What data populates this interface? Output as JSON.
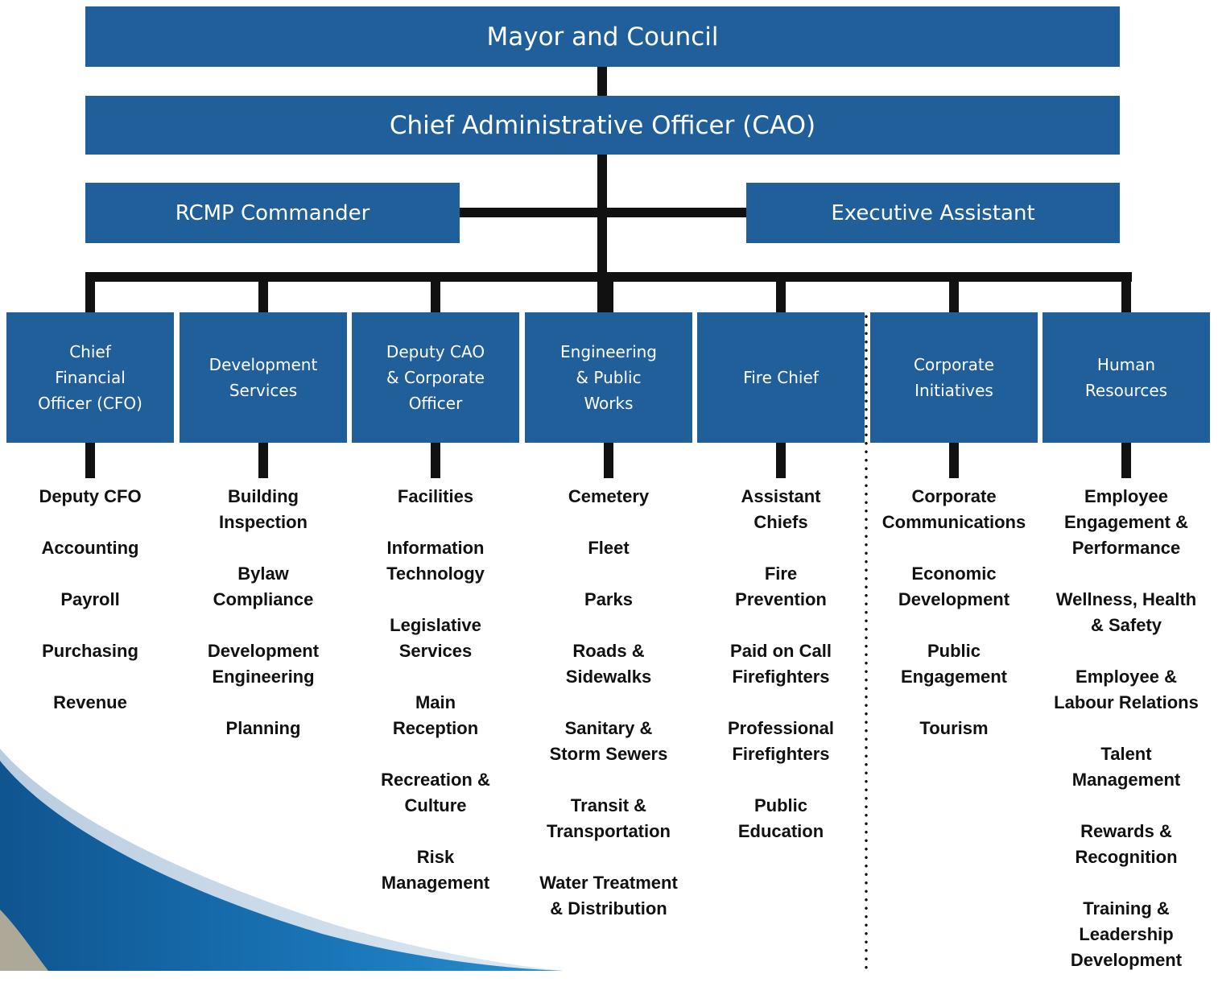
{
  "top": {
    "title": "Mayor and Council"
  },
  "cao": {
    "title": "Chief Administrative Officer (CAO)"
  },
  "side_left": {
    "title": "RCMP Commander"
  },
  "side_right": {
    "title": "Executive Assistant"
  },
  "colors": {
    "box_fill": "#215f9a",
    "box_text": "#ffffff",
    "connector": "#111111",
    "background_swoosh": "#1f6fb0"
  },
  "departments": [
    {
      "name": "Chief\nFinancial\nOfficer (CFO)",
      "items": [
        "Deputy CFO",
        "Accounting",
        "Payroll",
        "Purchasing",
        "Revenue"
      ]
    },
    {
      "name": "Development\nServices",
      "items": [
        "Building\nInspection",
        "Bylaw\nCompliance",
        "Development\nEngineering",
        "Planning"
      ]
    },
    {
      "name": "Deputy CAO\n& Corporate\nOfficer",
      "items": [
        "Facilities",
        "Information\nTechnology",
        "Legislative\nServices",
        "Main\nReception",
        "Recreation &\nCulture",
        "Risk\nManagement"
      ]
    },
    {
      "name": "Engineering\n& Public\nWorks",
      "items": [
        "Cemetery",
        "Fleet",
        "Parks",
        "Roads &\nSidewalks",
        "Sanitary &\nStorm Sewers",
        "Transit &\nTransportation",
        "Water Treatment\n& Distribution"
      ]
    },
    {
      "name": "Fire Chief",
      "items": [
        "Assistant\nChiefs",
        "Fire\nPrevention",
        "Paid on Call\nFirefighters",
        "Professional\nFirefighters",
        "Public\nEducation"
      ]
    },
    {
      "name": "Corporate\nInitiatives",
      "items": [
        "Corporate\nCommunications",
        "Economic\nDevelopment",
        "Public\nEngagement",
        "Tourism"
      ]
    },
    {
      "name": "Human\nResources",
      "items": [
        "Employee\nEngagement &\nPerformance",
        "Wellness, Health\n& Safety",
        "Employee &\nLabour Relations",
        "Talent\nManagement",
        "Rewards &\nRecognition",
        "Training &\nLeadership\nDevelopment"
      ]
    }
  ]
}
